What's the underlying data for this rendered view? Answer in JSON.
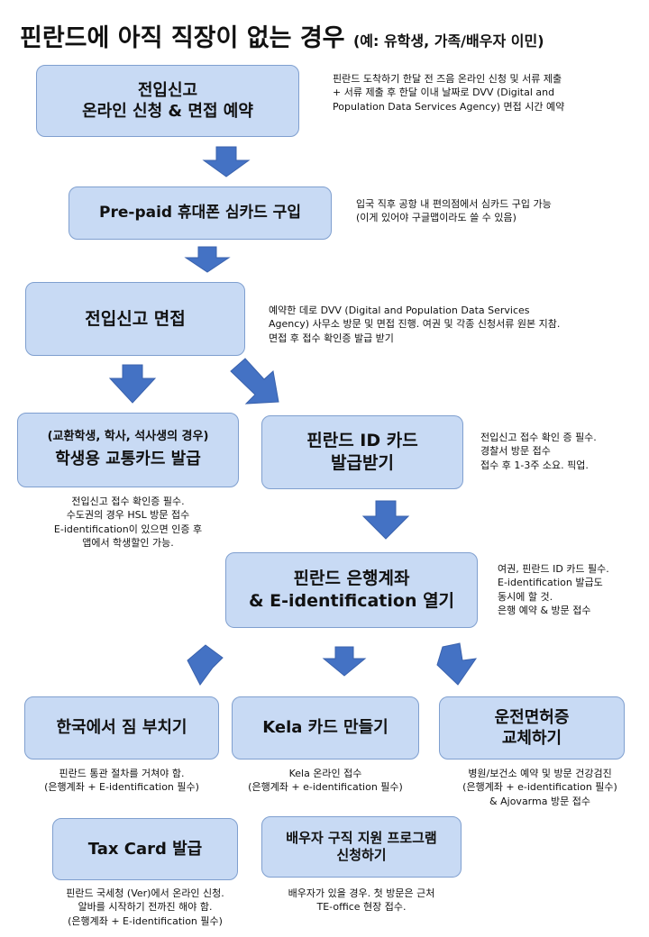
{
  "title": {
    "main": "핀란드에 아직 직장이 없는 경우",
    "sub": "(예: 유학생, 가족/배우자 이민)"
  },
  "steps": {
    "registration": {
      "lines": [
        "전입신고",
        "온라인 신청 & 면접 예약"
      ],
      "note": [
        "핀란드 도착하기 한달 전 즈음 온라인 신청 및 서류 제출",
        "+ 서류 제출 후 한달 이내 날짜로 DVV (Digital and",
        "Population Data Services Agency) 면접 시간 예약"
      ]
    },
    "simcard": {
      "lines": [
        "Pre-paid 휴대폰 심카드 구입"
      ],
      "note": [
        "입국 직후 공항 내 편의점에서 심카드 구입 가능",
        "(이게 있어야 구글맵이라도 쓸 수 있음)"
      ]
    },
    "interview": {
      "lines": [
        "전입신고 면접"
      ],
      "note": [
        "예약한 데로 DVV (Digital and Population Data Services",
        "Agency) 사무소 방문 및 면접 진행. 여권 및 각종 신청서류 원본 지참.",
        "면접 후 접수 확인증 발급 받기"
      ]
    },
    "student_card": {
      "small": "(교환학생, 학사, 석사생의 경우)",
      "lines": [
        "학생용 교통카드 발급"
      ],
      "note": [
        "전입신고 접수 확인증 필수.",
        "수도권의 경우 HSL 방문 접수",
        "E-identification이 있으면 인증 후",
        "앱에서 학생할인 가능."
      ]
    },
    "id_card": {
      "lines": [
        "핀란드 ID 카드",
        "발급받기"
      ],
      "note": [
        "전입신고 접수 확인 증 필수.",
        "경찰서 방문 접수",
        "접수 후 1-3주 소요. 픽업."
      ]
    },
    "bank": {
      "lines": [
        "핀란드 은행계좌",
        "& E-identification 열기"
      ],
      "note": [
        "여권, 핀란드 ID 카드 필수.",
        "E-identification 발급도",
        "동시에 할 것.",
        "은행 예약 & 방문 접수"
      ]
    },
    "shipping": {
      "lines": [
        "한국에서 짐 부치기"
      ],
      "note": [
        "핀란드 통관 절차를 거쳐야 함.",
        "(은행계좌 + E-identification 필수)"
      ]
    },
    "kela": {
      "lines": [
        "Kela 카드 만들기"
      ],
      "note": [
        "Kela 온라인 접수",
        "(은행계좌 + e-identification 필수)"
      ]
    },
    "license": {
      "lines": [
        "운전면허증",
        "교체하기"
      ],
      "note": [
        "병원/보건소 예약 및 방문 건강검진",
        "(은행계좌 + e-identification 필수)",
        "& Ajovarma 방문 접수"
      ]
    },
    "tax": {
      "lines": [
        "Tax Card 발급"
      ],
      "note": [
        "핀란드 국세청 (Ver)에서 온라인 신청.",
        "알바를 시작하기 전까진 해야 함.",
        "(은행계좌 + E-identification 필수)"
      ]
    },
    "spouse": {
      "lines": [
        "배우자 구직 지원 프로그램",
        "신청하기"
      ],
      "note": [
        "배우자가 있을 경우. 첫 방문은 근처",
        "TE-office 현장 접수."
      ]
    }
  },
  "colors": {
    "box_fill": "#c8daf4",
    "box_border": "#7f9fcf",
    "arrow": "#4472c4"
  }
}
